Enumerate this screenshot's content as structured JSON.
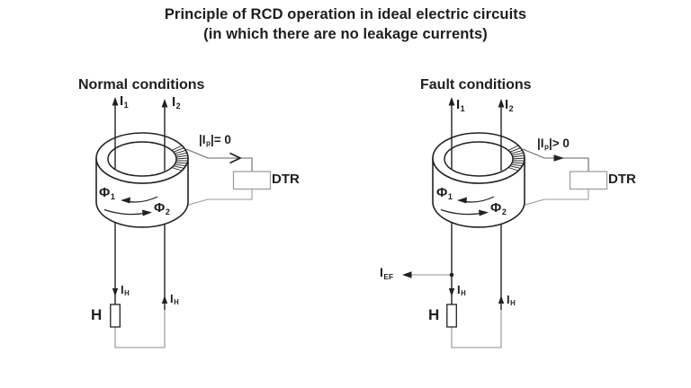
{
  "title": {
    "line1": "Principle of RCD operation in ideal electric circuits",
    "line2": "(in which there are no leakage currents)"
  },
  "colors": {
    "background": "#ffffff",
    "ink": "#222222",
    "wire_gray": "#8f8f8f",
    "box_gray": "#9a9a9a"
  },
  "diagrams": {
    "normal": {
      "heading": "Normal conditions",
      "labels": {
        "i1": {
          "base": "I",
          "sub": "1"
        },
        "i2": {
          "base": "I",
          "sub": "2"
        },
        "phi1": {
          "base": "Φ",
          "sub": "1"
        },
        "phi2": {
          "base": "Φ",
          "sub": "2"
        },
        "ip": {
          "pre": "|I",
          "sub": "p",
          "post": "|= 0"
        },
        "dtr": "DTR",
        "ih_left": {
          "base": "I",
          "sub": "H"
        },
        "ih_right": {
          "base": "I",
          "sub": "H"
        },
        "h": "H"
      }
    },
    "fault": {
      "heading": "Fault conditions",
      "labels": {
        "i1": {
          "base": "I",
          "sub": "1"
        },
        "i2": {
          "base": "I",
          "sub": "2"
        },
        "phi1": {
          "base": "Φ",
          "sub": "1"
        },
        "phi2": {
          "base": "Φ",
          "sub": "2"
        },
        "ip": {
          "pre": "|I",
          "sub": "p",
          "post": "|> 0"
        },
        "dtr": "DTR",
        "ief": {
          "base": "I",
          "sub": "EF"
        },
        "ih_left": {
          "base": "I",
          "sub": "H"
        },
        "ih_right": {
          "base": "I",
          "sub": "H"
        },
        "h": "H"
      }
    }
  }
}
